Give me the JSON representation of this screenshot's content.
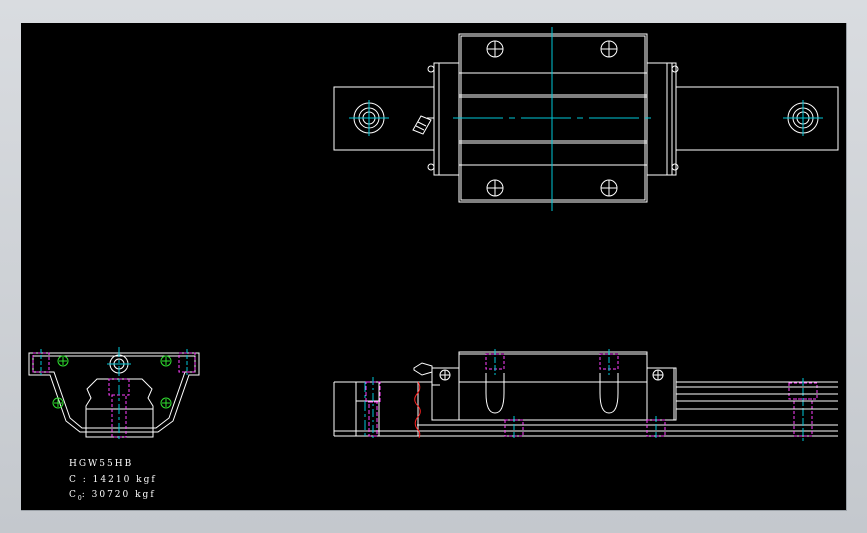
{
  "drawing": {
    "model": "HGW55HB",
    "dynamic_load_label": "C",
    "dynamic_load_value": ": 14210 kgf",
    "static_load_label": "C",
    "static_load_sub": "0",
    "static_load_value": ": 30720 kgf",
    "colors": {
      "background": "#000000",
      "outline": "#ffffff",
      "centerline": "#00c8d8",
      "hidden": "#ff40ff",
      "bolt": "#30e030",
      "break": "#ff2020",
      "frame": "#cfd3d8"
    }
  }
}
